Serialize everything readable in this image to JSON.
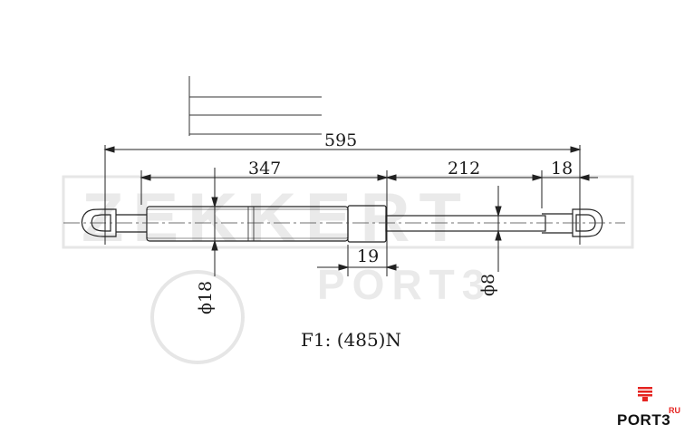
{
  "drawing": {
    "dimensions": {
      "overall_length": "595",
      "body_length": "347",
      "rod_length": "212",
      "end_fitting_length": "18",
      "collar_length": "19",
      "body_diameter": "ϕ18",
      "rod_diameter": "ϕ8"
    },
    "force_label": "F1: (485)N"
  },
  "watermarks": {
    "brand": "ZEKKERT",
    "subbrand": "PORT3"
  },
  "logo": {
    "text": "PORT3",
    "suffix": "RU",
    "color": "#e52421",
    "text_color": "#111111"
  }
}
